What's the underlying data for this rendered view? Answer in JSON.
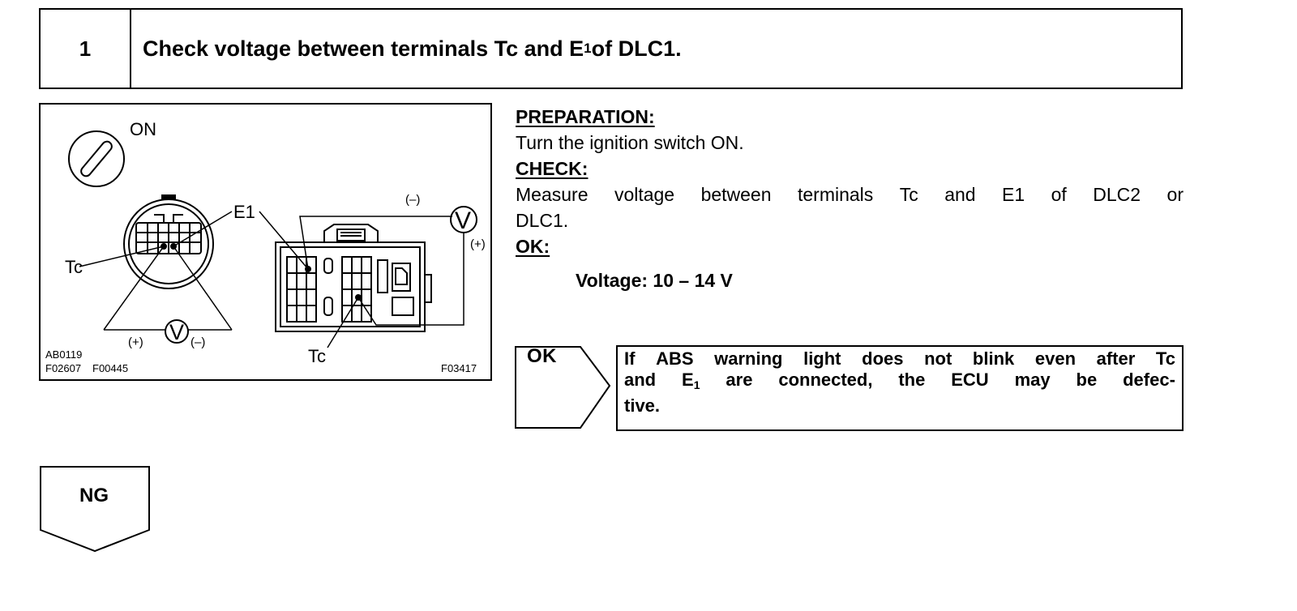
{
  "step": {
    "number": "1",
    "title_pre": "Check voltage between terminals Tc and E",
    "title_sub": "1",
    "title_post": " of DLC1."
  },
  "diagram": {
    "labels": {
      "on": "ON",
      "e1": "E1",
      "tc_left": "Tc",
      "tc_right": "Tc",
      "v_left": "V",
      "v_right": "V",
      "plus_left": "(+)",
      "minus_left": "(–)",
      "minus_right": "(–)",
      "plus_right": "(+)"
    },
    "codes": {
      "code1": "AB0119",
      "code2": "F02607",
      "code3": "F00445",
      "code4": "F03417"
    }
  },
  "instructions": {
    "preparation_label": "PREPARATION:",
    "preparation_text": "Turn the ignition switch ON.",
    "check_label": "CHECK:",
    "check_line1_words": [
      "Measure",
      "voltage",
      "between",
      "terminals",
      "Tc",
      "and",
      "E1",
      "of",
      "DLC2",
      "or"
    ],
    "check_line2": "DLC1.",
    "ok_label": "OK:",
    "ok_value": "Voltage: 10 – 14 V"
  },
  "outcome_ok": {
    "label": "OK",
    "line1_words": [
      "If",
      "ABS",
      "warning",
      "light",
      "does",
      "not",
      "blink",
      "even",
      "after",
      "Tc"
    ],
    "line2_pre": [
      "and"
    ],
    "line2_sub_base": "E",
    "line2_sub": "1",
    "line2_words": [
      "are",
      "connected,",
      "the",
      "ECU",
      "may",
      "be",
      "defec-"
    ],
    "line3": "tive."
  },
  "outcome_ng": {
    "label": "NG"
  }
}
